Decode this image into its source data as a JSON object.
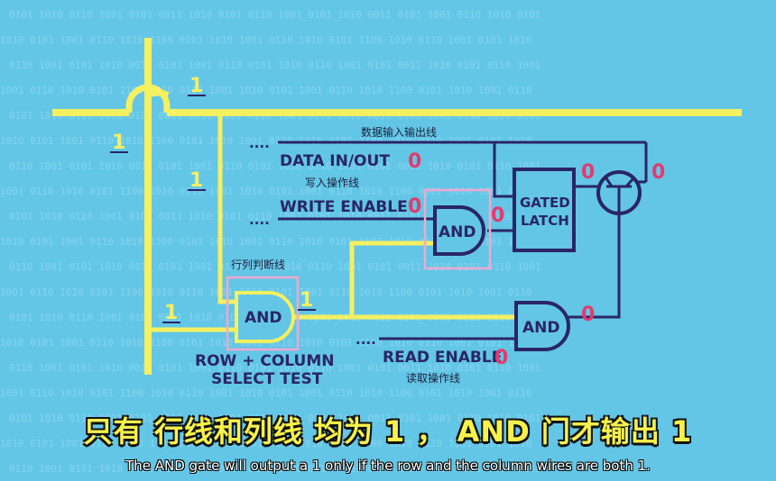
{
  "labels": {
    "data_in_out": "DATA IN/OUT",
    "write_enable": "WRITE ENABLE",
    "read_enable": "READ ENABLE",
    "and_gate": "AND",
    "gated_latch_line1": "GATED",
    "gated_latch_line2": "LATCH",
    "row_column_line1": "ROW + COLUMN",
    "row_column_line2": "SELECT TEST",
    "ellipsis": "....",
    "annot_data_line": "数据输入输出线",
    "annot_write_line": "写入操作线",
    "annot_row_col_line": "行列判断线",
    "annot_read_line": "读取操作线"
  },
  "values": {
    "one": "1",
    "zero": "0"
  },
  "subtitles": {
    "zh": "只有 行线和列线 均为 1 ， AND 门才输出 1",
    "en": "The AND gate will output a 1 only if the row and the column wires are both 1."
  },
  "colors": {
    "background": "#63c6e6",
    "wire_yellow": "#f4f060",
    "wire_dark": "#2a2566",
    "value_zero": "#e23b6e",
    "highlight_box": "#f0a8d0"
  }
}
